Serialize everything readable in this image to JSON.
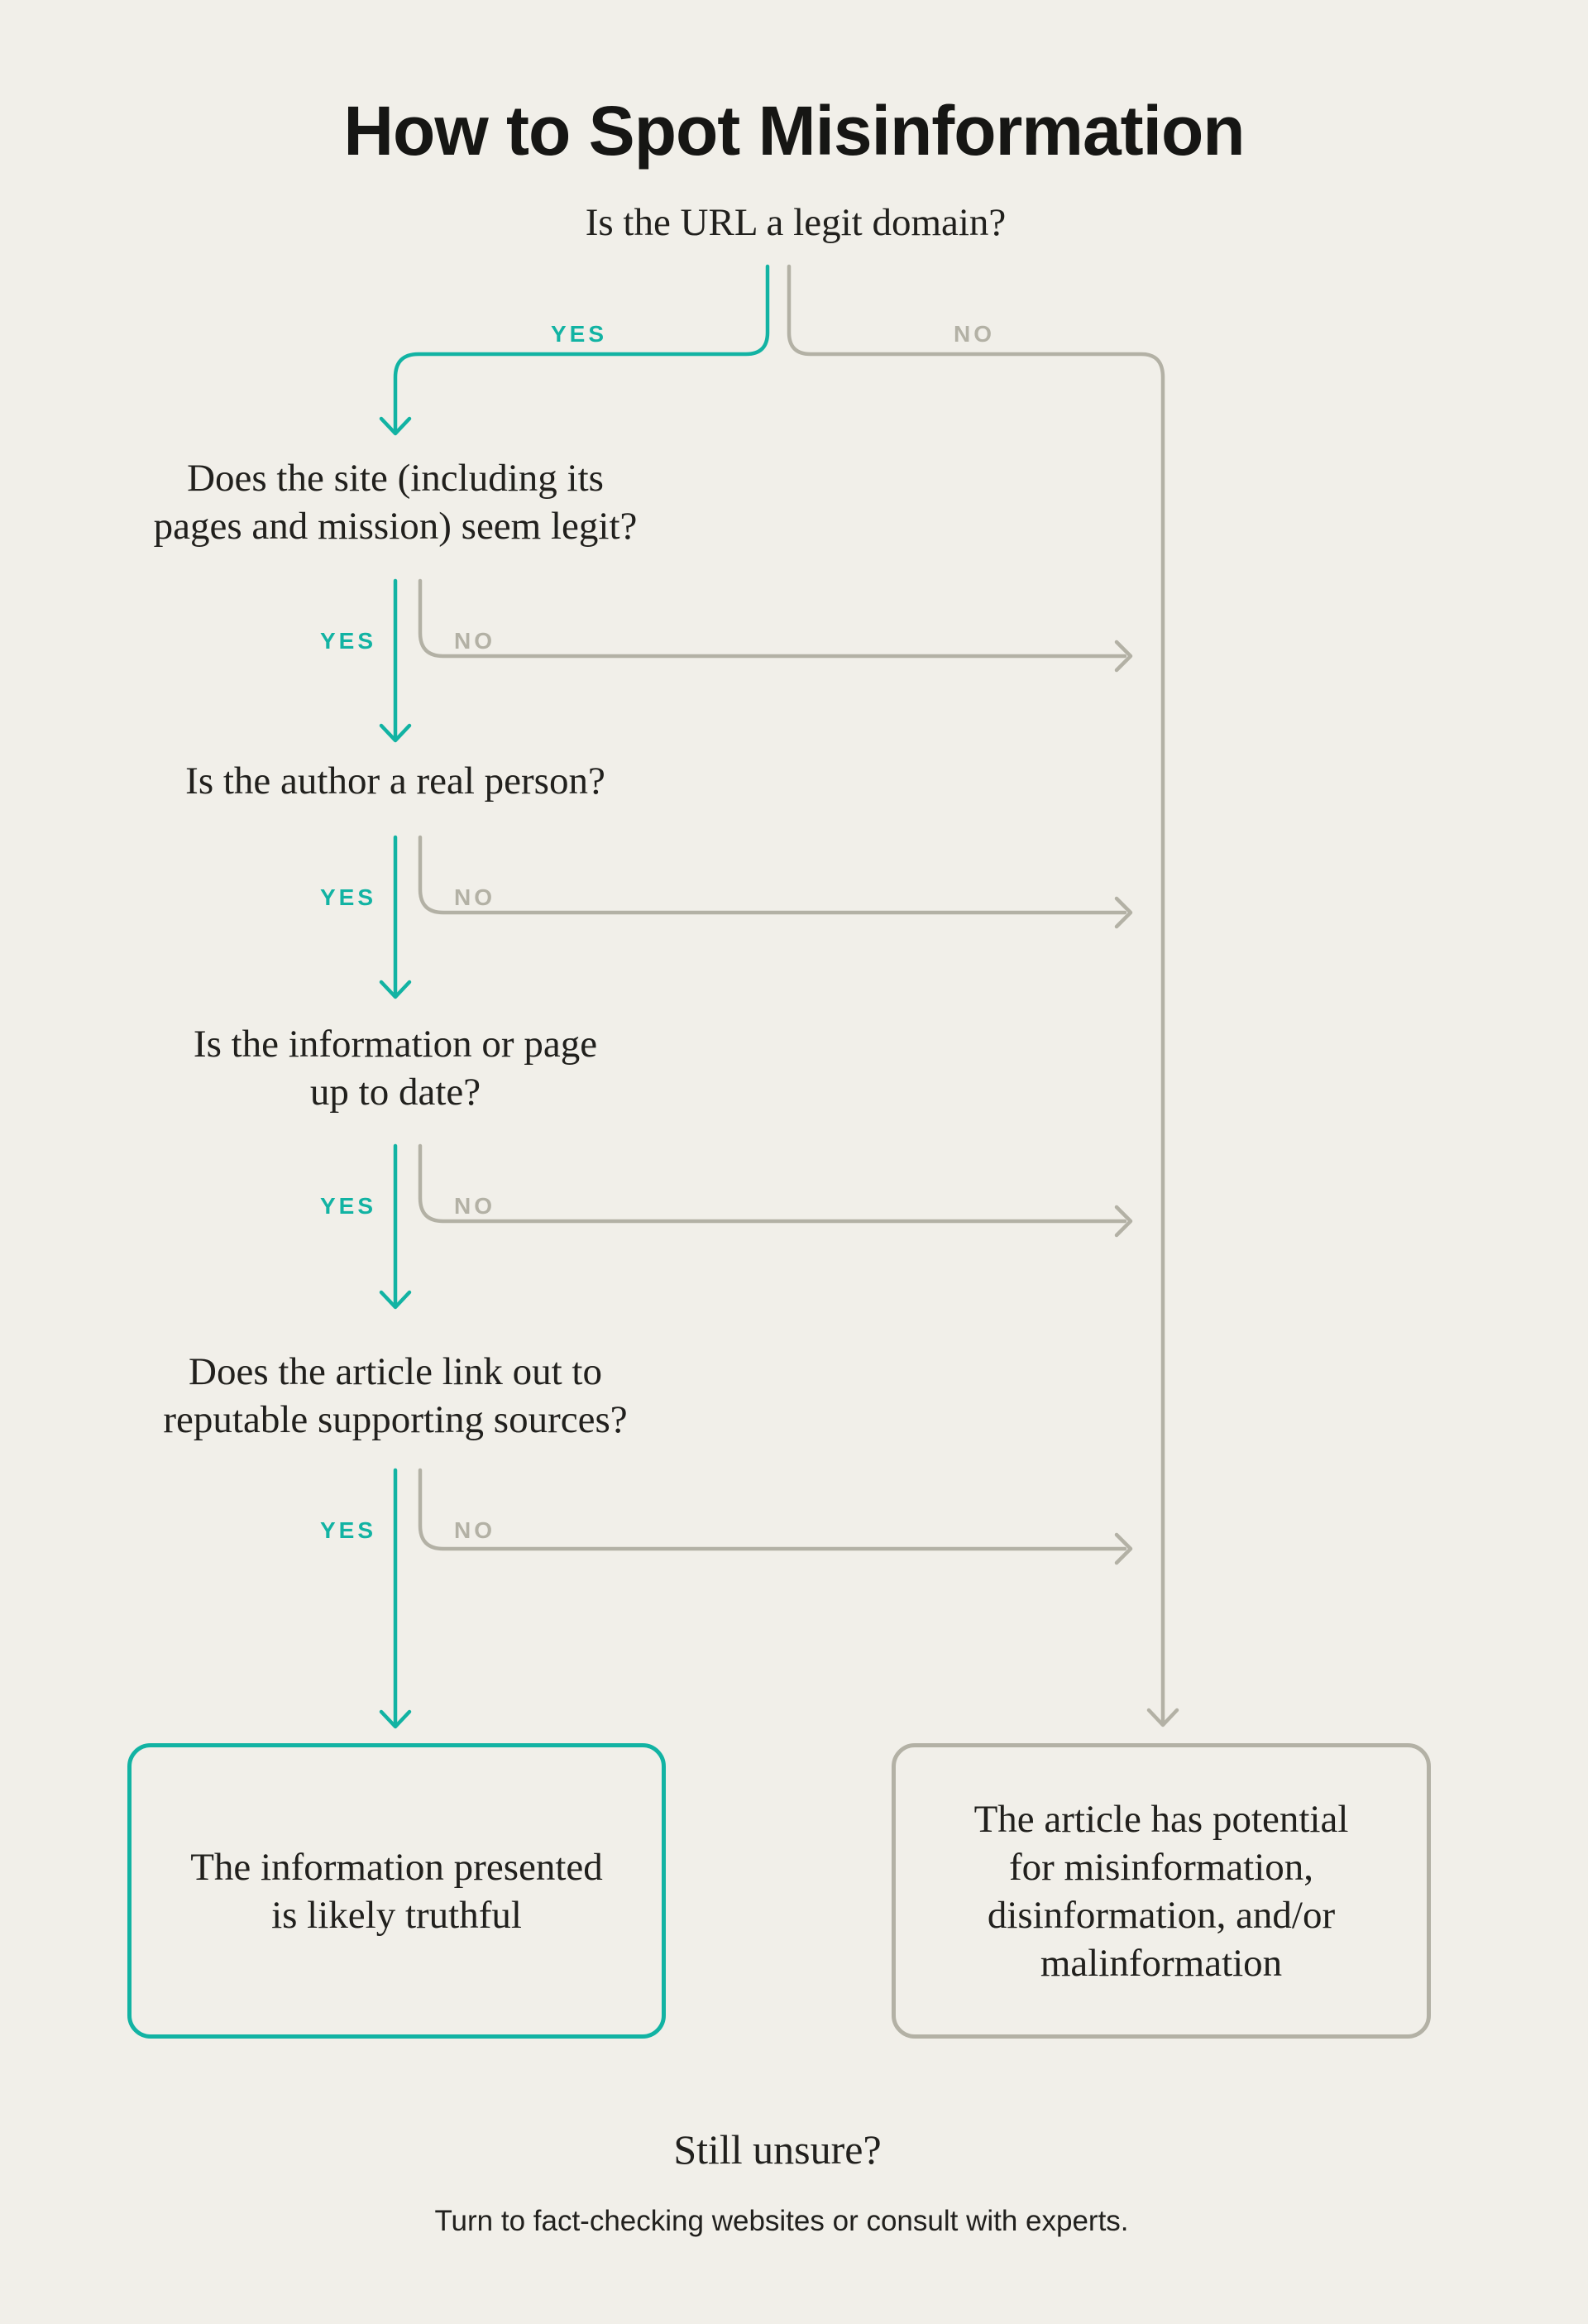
{
  "theme": {
    "bg": "#f1efe9",
    "teal": "#12b3a3",
    "gray": "#b3b1a5",
    "ink": "#161614",
    "text": "#21201d"
  },
  "title": "How to Spot Misinformation",
  "labels": {
    "yes": "YES",
    "no": "NO"
  },
  "questions": [
    {
      "text": "Is the URL a legit domain?"
    },
    {
      "text": "Does the site (including its\npages and mission) seem legit?"
    },
    {
      "text": "Is the author a real person?"
    },
    {
      "text": "Is the information or page\nup to date?"
    },
    {
      "text": "Does the article link out to\nreputable supporting sources?"
    }
  ],
  "outcomes": {
    "positive": "The information presented\nis likely truthful",
    "negative": "The article has potential\nfor misinformation,\ndisinformation, and/or\nmalinformation"
  },
  "footer": {
    "question": "Still unsure?",
    "advice": "Turn to fact-checking websites or consult with experts."
  }
}
